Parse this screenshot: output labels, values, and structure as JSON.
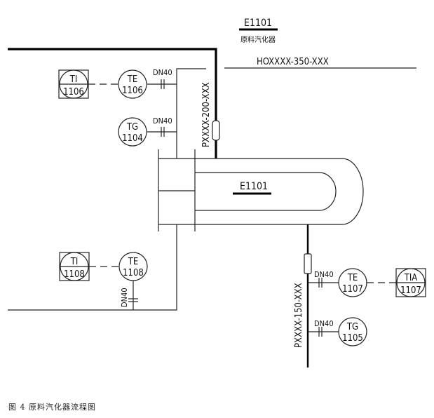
{
  "title": {
    "tag": "E1101",
    "subtitle": "原料汽化器"
  },
  "vessel": {
    "tag": "E1101"
  },
  "lines": {
    "top_header": "HOXXXX-350-XXX",
    "inlet": "PXXXX-200-XXX",
    "outlet": "PXXXX-150-XXX"
  },
  "instruments": [
    {
      "id": "TI-1106",
      "func": "TI",
      "num": "1106",
      "type": "panel"
    },
    {
      "id": "TE-1106",
      "func": "TE",
      "num": "1106",
      "type": "field",
      "conn": "DN40"
    },
    {
      "id": "TG-1104",
      "func": "TG",
      "num": "1104",
      "type": "field",
      "conn": "DN40"
    },
    {
      "id": "TI-1108",
      "func": "TI",
      "num": "1108",
      "type": "panel"
    },
    {
      "id": "TE-1108",
      "func": "TE",
      "num": "1108",
      "type": "field",
      "conn": "DN40"
    },
    {
      "id": "TE-1107",
      "func": "TE",
      "num": "1107",
      "type": "field",
      "conn": "DN40"
    },
    {
      "id": "TIA-1107",
      "func": "TIA",
      "num": "1107",
      "type": "panel"
    },
    {
      "id": "TG-1105",
      "func": "TG",
      "num": "1105",
      "type": "field",
      "conn": "DN40"
    }
  ],
  "caption": "图 4  原料汽化器流程图"
}
